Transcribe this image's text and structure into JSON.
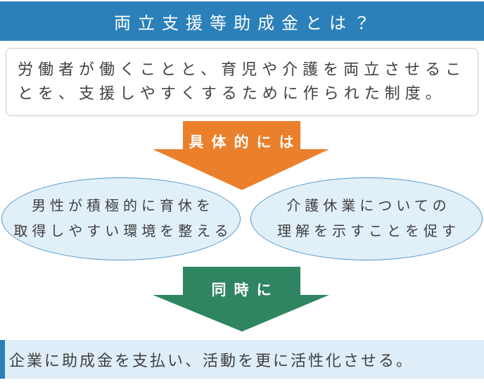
{
  "title_bar": {
    "text": "両立支援等助成金とは？",
    "bg_color": "#2b80b9",
    "text_color": "#ffffff"
  },
  "description_box": {
    "text": "労働者が働くことと、育児や介護を両立させることを、支援しやすくするために作られた制度。"
  },
  "arrows": [
    {
      "label": "具体的には",
      "color": "#ea7f2c",
      "direction": "down"
    },
    {
      "label": "同時に",
      "color": "#2e8560",
      "direction": "down"
    }
  ],
  "bubbles": [
    {
      "lines": [
        "男性が積極的に育休を",
        "取得しやすい環境を整える"
      ],
      "fill": "#e1eff9",
      "border": "#4f97cb"
    },
    {
      "lines": [
        "介護休業についての",
        "理解を示すことを促す"
      ],
      "fill": "#e1eff9",
      "border": "#4f97cb"
    }
  ],
  "conclusion_bar": {
    "text": "企業に助成金を支払い、活動を更に活性化させる。",
    "bg_color": "#dfedf8",
    "accent_color": "#2b80b9"
  }
}
